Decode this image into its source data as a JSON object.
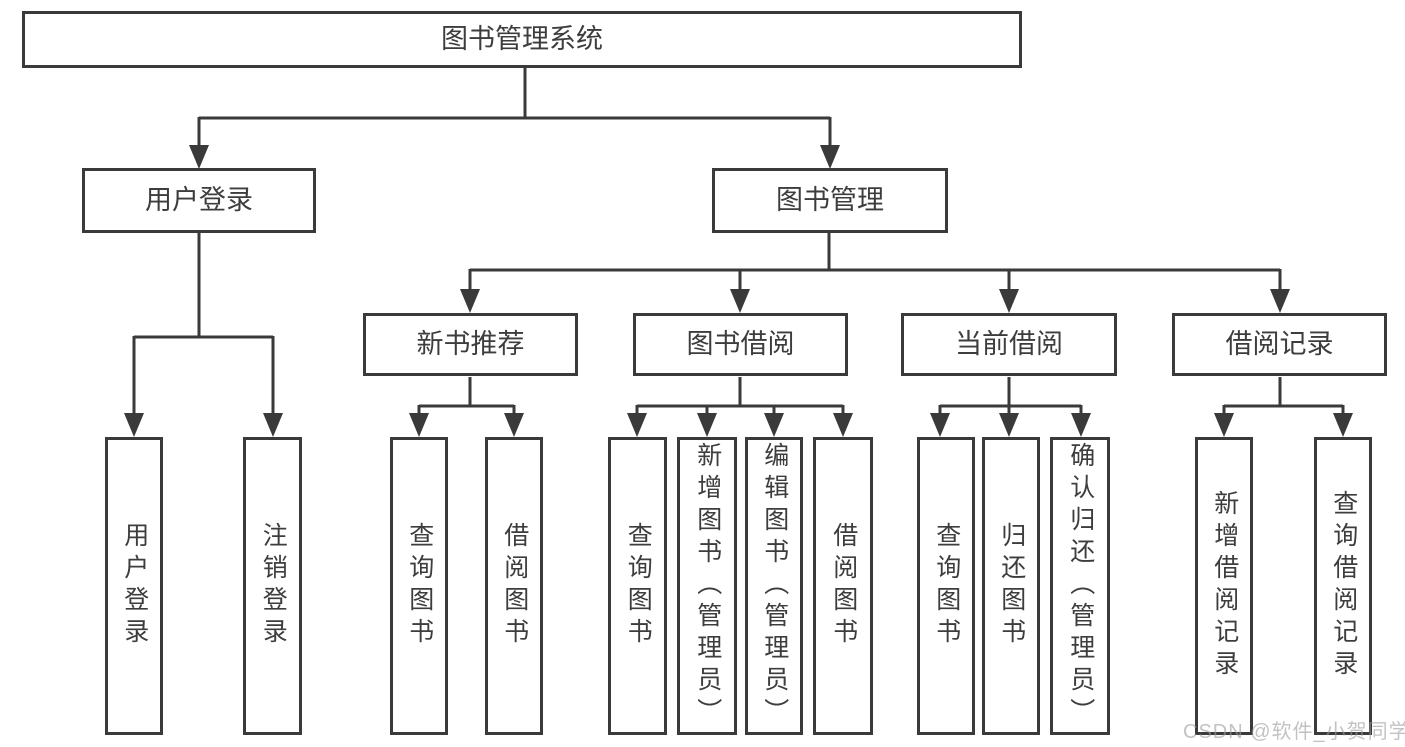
{
  "diagram": {
    "title_node": {
      "label": "图书管理系统"
    },
    "level2": [
      {
        "label": "用户登录"
      },
      {
        "label": "图书管理"
      }
    ],
    "level3": [
      {
        "label": "新书推荐"
      },
      {
        "label": "图书借阅"
      },
      {
        "label": "当前借阅"
      },
      {
        "label": "借阅记录"
      }
    ],
    "leaves": {
      "user_login": [
        {
          "label": "用户登录"
        },
        {
          "label": "注销登录"
        }
      ],
      "new_book": [
        {
          "label": "查询图书"
        },
        {
          "label": "借阅图书"
        }
      ],
      "book_borrow": [
        {
          "label": "查询图书"
        },
        {
          "label": "新增图书（管理员）"
        },
        {
          "label": "编辑图书（管理员）"
        },
        {
          "label": "借阅图书"
        }
      ],
      "current_borrow": [
        {
          "label": "查询图书"
        },
        {
          "label": "归还图书"
        },
        {
          "label": "确认归还（管理员）"
        }
      ],
      "borrow_record": [
        {
          "label": "新增借阅记录"
        },
        {
          "label": "查询借阅记录"
        }
      ]
    },
    "colors": {
      "line": "#3a3a3a",
      "box_border": "#3a3a3a",
      "text": "#3d3d3d",
      "background": "#ffffff",
      "watermark": "#9e9e9e"
    },
    "watermark": "CSDN @软件_小贺同学"
  }
}
